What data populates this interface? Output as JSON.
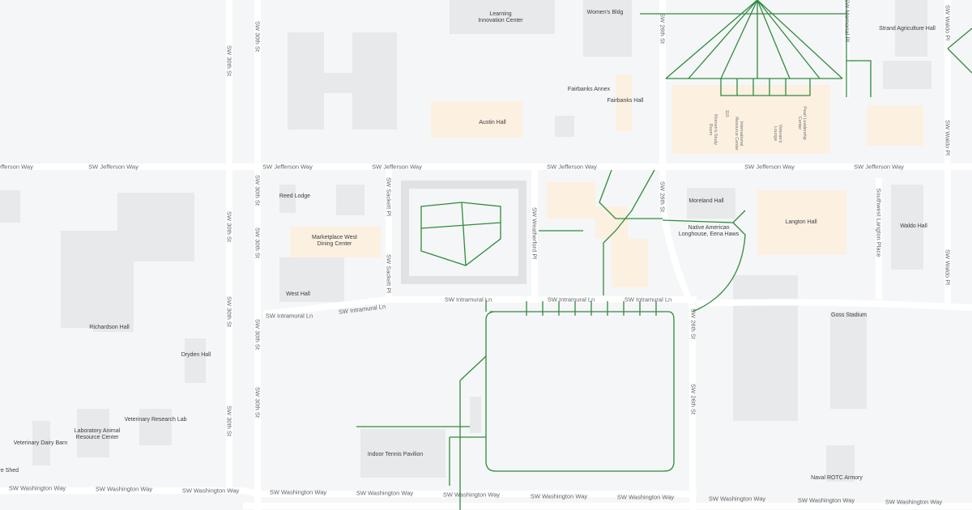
{
  "buildings": {
    "learning_innovation": "Learning\nInnovation Center",
    "womens_bldg": "Women's Bldg",
    "strand": "Strand Agriculture Hall",
    "fairbanks_annex": "Fairbanks Annex",
    "fairbanks_hall": "Fairbanks Hall",
    "austin": "Austin Hall",
    "reed": "Reed Lodge",
    "marketplace": "Marketplace West\nDining Center",
    "west": "West Hall",
    "moreland": "Moreland Hall",
    "longhouse": "Native American\nLonghouse, Eena Haws",
    "langton": "Langton Hall",
    "waldo": "Waldo Hall",
    "goss": "Goss Stadium",
    "richardson": "Richardson Hall",
    "dryden": "Dryden Hall",
    "vet_research": "Veterinary Research Lab",
    "lab_animal": "Laboratory Animal\nResource Center",
    "dairy_barn": "Veterinary Dairy Barn",
    "manure": "Manure Shed",
    "tennis": "Indoor Tennis Pavilion",
    "rotc": "Naval ROTC Armory",
    "b110": "110",
    "womens_study": "Women's Study Room",
    "irc": "International Resource Center",
    "veterans": "Veteran's Lounge",
    "pearl": "Pearl Leadership Center"
  },
  "streets": {
    "jefferson": "SW Jefferson Way",
    "intramural": "SW Intramural Ln",
    "washington": "SW Washington Way",
    "s30": "SW 30th St",
    "s26": "SW 26th St",
    "sackett": "SW Sackett Pl",
    "weatherford": "SW Weatherford Pl",
    "waldo": "SW Waldo Pl",
    "memorial": "SW Memorial Pl",
    "langton_pl": "Southwest Langton Place"
  }
}
